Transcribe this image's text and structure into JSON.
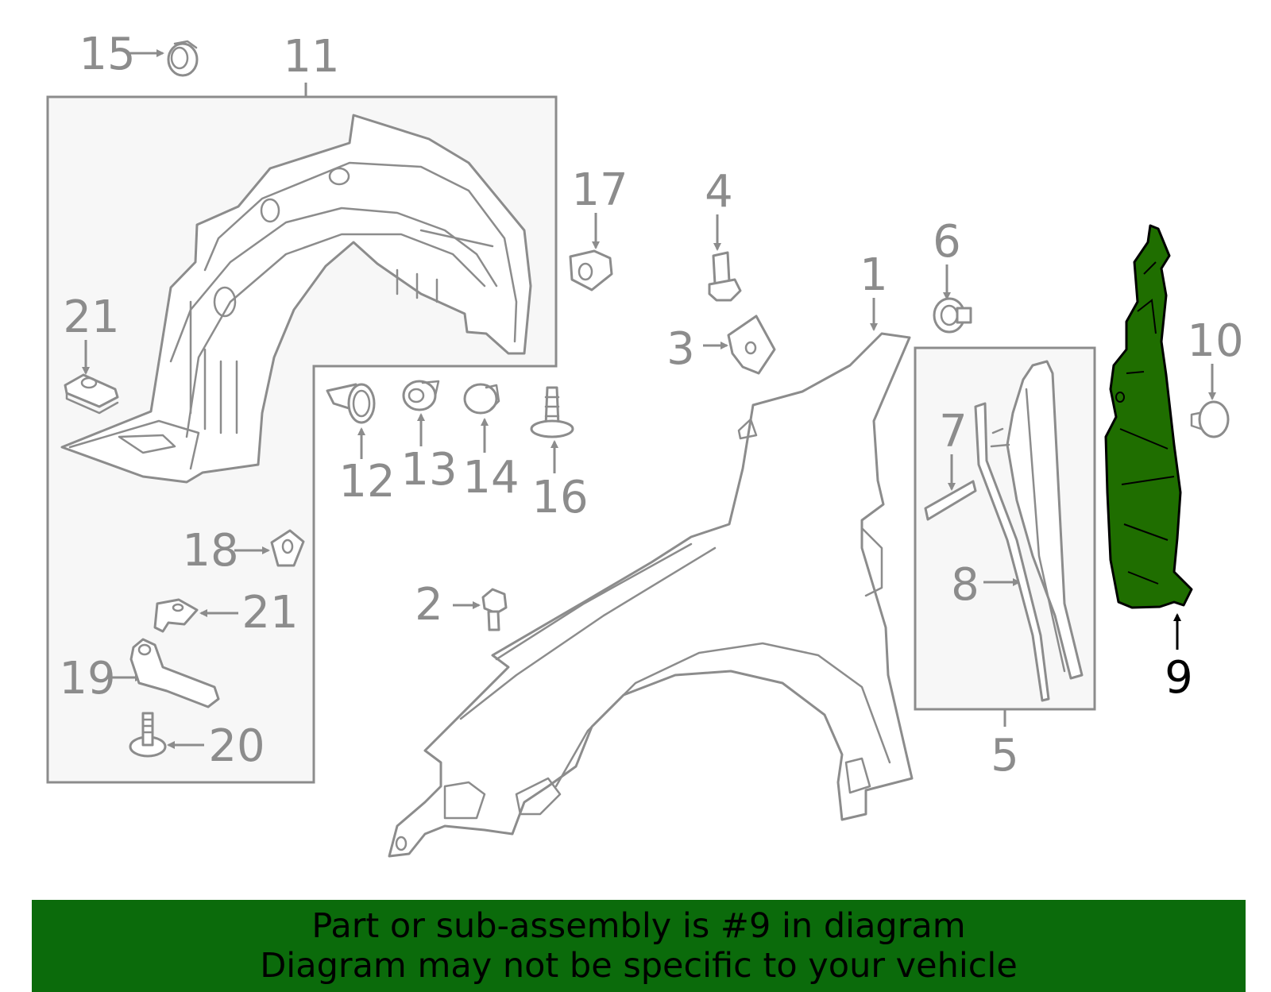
{
  "callouts": {
    "c1": "1",
    "c2": "2",
    "c3": "3",
    "c4": "4",
    "c5": "5",
    "c6": "6",
    "c7": "7",
    "c8": "8",
    "c9": "9",
    "c10": "10",
    "c11": "11",
    "c12": "12",
    "c13": "13",
    "c14": "14",
    "c15": "15",
    "c16": "16",
    "c17": "17",
    "c18": "18",
    "c19": "19",
    "c20": "20",
    "c21a": "21",
    "c21b": "21"
  },
  "highlight": {
    "part": "9",
    "color": "#1f6e00"
  },
  "banner": {
    "line1": "Part or sub-assembly is #9 in diagram",
    "line2": "Diagram may not be specific to your vehicle",
    "background": "#0b6b0b"
  },
  "colors": {
    "line": "#8c8c8c",
    "box_fill": "#f7f7f7"
  }
}
